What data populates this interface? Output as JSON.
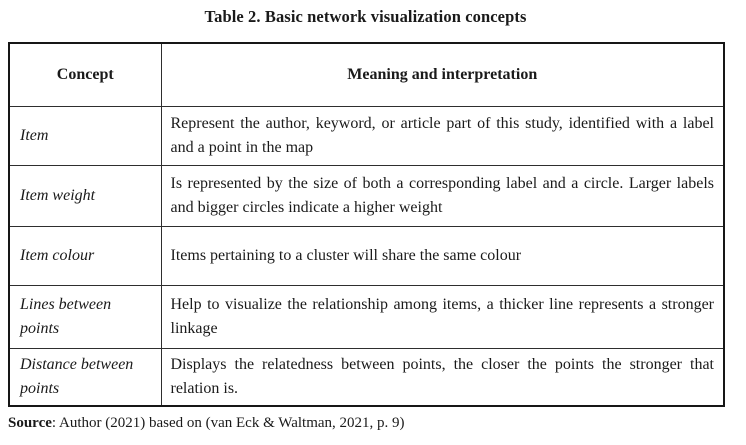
{
  "page": {
    "title": "Table 2. Basic network visualization concepts"
  },
  "table": {
    "headers": {
      "concept": "Concept",
      "meaning": "Meaning and interpretation"
    },
    "rows": [
      {
        "concept": "Item",
        "meaning": "Represent the author, keyword, or article part of this study, identified with a label and a point in the map"
      },
      {
        "concept": "Item weight",
        "meaning": "Is represented by the size of both a corresponding label and a circle. Larger labels and bigger circles indicate a higher weight"
      },
      {
        "concept": "Item colour",
        "meaning": "Items pertaining to a cluster will share the same colour"
      },
      {
        "concept": "Lines between points",
        "meaning": "Help to visualize the relationship among items, a thicker line represents a stronger linkage"
      },
      {
        "concept": "Distance between points",
        "meaning": "Displays the relatedness between points, the closer the points the stronger that relation is."
      }
    ]
  },
  "source": {
    "label": "Source",
    "rest": ": Author (2021) based on (van Eck & Waltman, 2021, p. 9)"
  },
  "colors": {
    "text": "#1a1a1a",
    "border_outer": "#161616",
    "border_inner": "#2e2e2e",
    "background": "#ffffff"
  }
}
